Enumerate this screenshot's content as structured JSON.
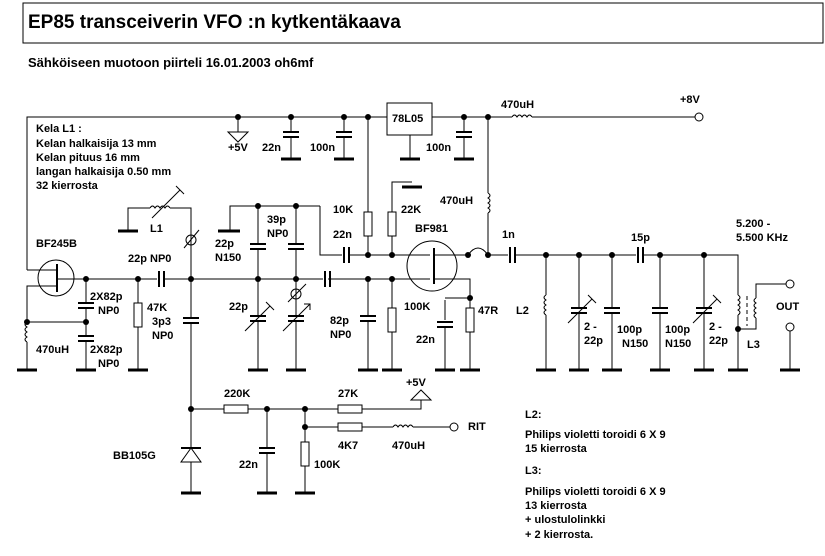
{
  "title": "EP85 transceiverin VFO :n kytkentäkaava",
  "subtitle": "Sähköiseen muotoon piirteli 16.01.2003 oh6mf",
  "notes": {
    "l1": [
      "Kela L1 :",
      "Kelan halkaisija 13 mm",
      "Kelan pituus 16 mm",
      "langan halkaisija 0.50 mm",
      "32 kierrosta"
    ],
    "l2_title": "L2:",
    "l2": [
      "Philips violetti toroidi 6 X 9",
      "15 kierrosta"
    ],
    "l3_title": "L3:",
    "l3": [
      "Philips violetti toroidi 6 X 9",
      "13 kierrosta",
      "+ ulostulolinkki",
      "+ 2 kierrosta."
    ]
  },
  "labels": {
    "plus5v_top": "+5V",
    "c22n_top": "22n",
    "c100n_a": "100n",
    "regulator": "78L05",
    "c100n_b": "100n",
    "l470uh_top": "470uH",
    "plus8v": "+8V",
    "l470uh_drain": "470uH",
    "r10k": "10K",
    "r22k": "22K",
    "c22n_gate2": "22n",
    "bf981": "BF981",
    "c1n": "1n",
    "c15p": "15p",
    "freq1": "5.200 -",
    "freq2": "5.500 KHz",
    "l1": "L1",
    "bf245b": "BF245B",
    "c22p_np0": "22p NP0",
    "c22p_n150_a": "22p",
    "c22p_n150_b": "N150",
    "c39p_a": "39p",
    "c39p_b": "NP0",
    "c2x82p_a1": "2X82p",
    "c2x82p_a2": "NP0",
    "c2x82p_b1": "2X82p",
    "c2x82p_b2": "NP0",
    "l470uh_src": "470uH",
    "r47k": "47K",
    "c3p3_a": "3p3",
    "c3p3_b": "NP0",
    "c22p_trim": "22p",
    "c82p_a": "82p",
    "c82p_b": "NP0",
    "r100k_g1": "100K",
    "r47r": "47R",
    "c22n_src": "22n",
    "l2": "L2",
    "trim1_a": "2 -",
    "trim1_b": "22p",
    "c100p_a1": "100p",
    "c100p_a2": "N150",
    "c100p_b1": "100p",
    "c100p_b2": "N150",
    "trim2_a": "2 -",
    "trim2_b": "22p",
    "l3": "L3",
    "out": "OUT",
    "r220k": "220K",
    "r27k": "27K",
    "plus5v_rit": "+5V",
    "rit": "RIT",
    "r4k7": "4K7",
    "l470uh_rit": "470uH",
    "bb105g": "BB105G",
    "c22n_rit": "22n",
    "r100k_rit": "100K"
  }
}
